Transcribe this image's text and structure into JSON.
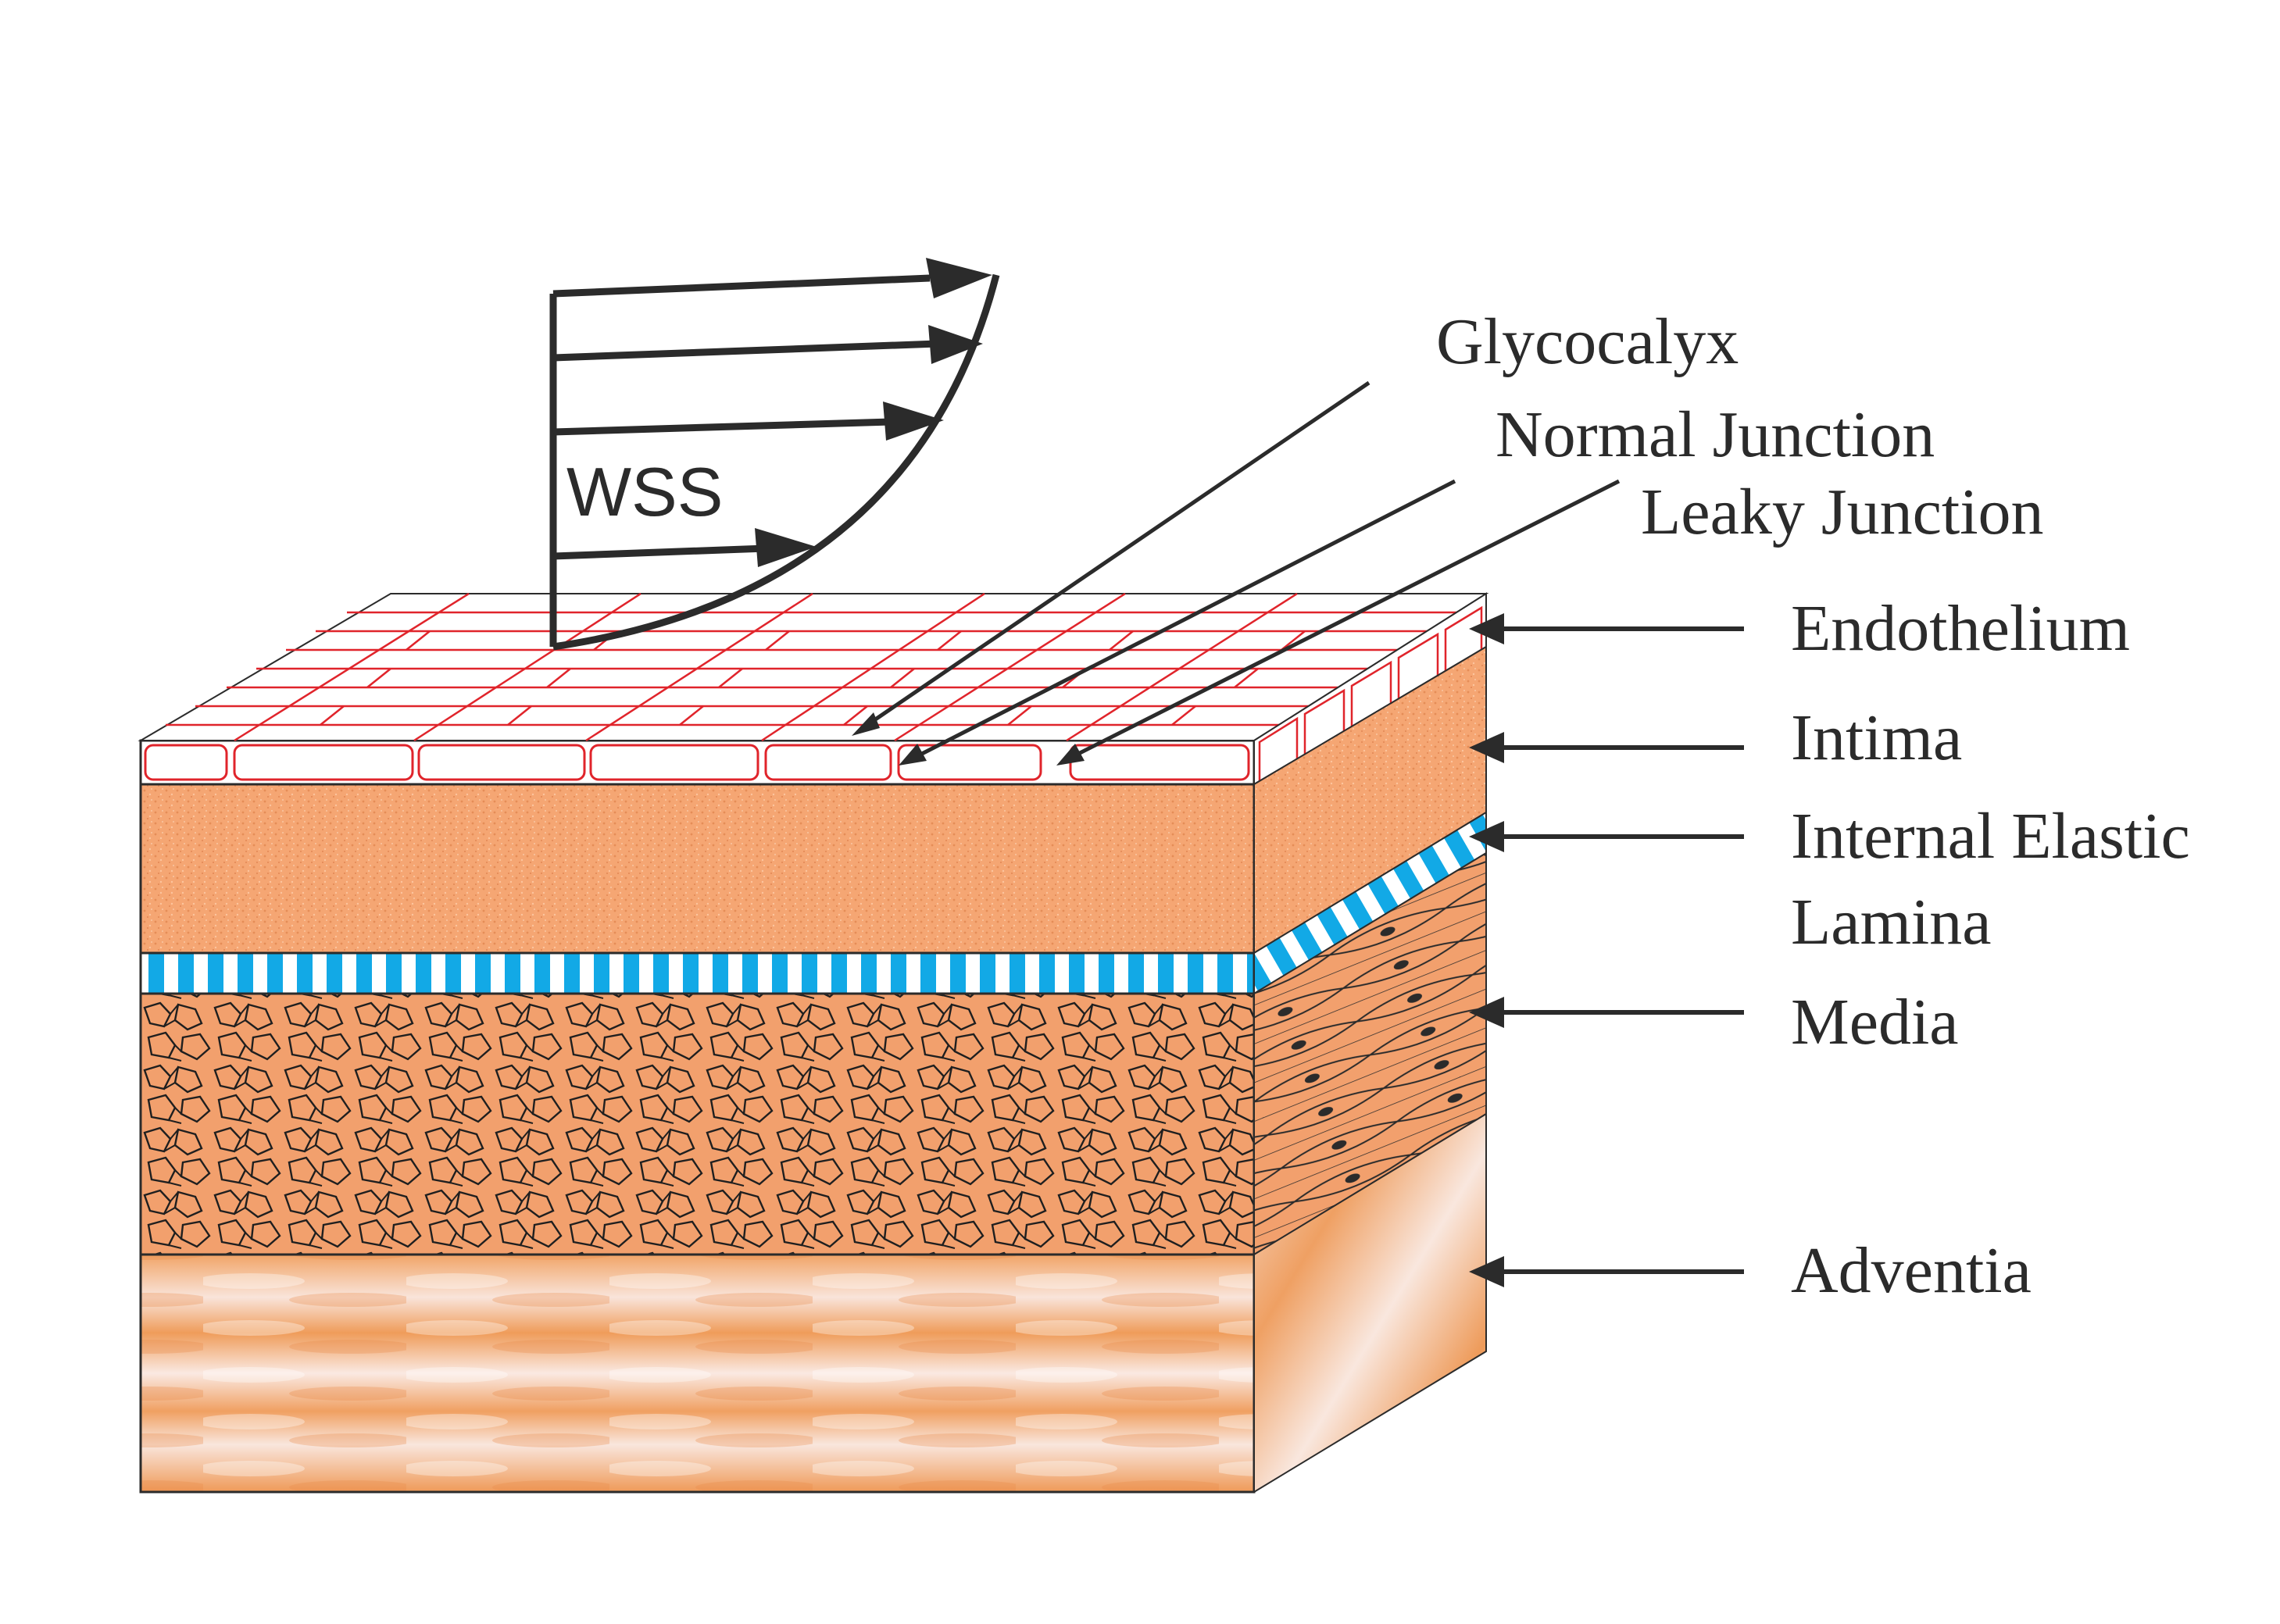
{
  "wss": {
    "label": "WSS"
  },
  "top_labels": {
    "glycocalyx": "Glycocalyx",
    "normal_junction": "Normal Junction",
    "leaky_junction": "Leaky Junction"
  },
  "layers": {
    "endothelium": "Endothelium",
    "intima": "Intima",
    "internal_elastic_line1": "Internal Elastic",
    "internal_elastic_line2": "Lamina",
    "media": "Media",
    "adventia": "Adventia"
  },
  "colors": {
    "ink": "#2b2b2b",
    "endothelial_cell": "#e0242b",
    "intima": "#f5a673",
    "elastic_blue": "#12a9e6",
    "media": "#f2a06d",
    "adventia_orange": "#ef9c5a",
    "adventia_light": "#f9e8e0"
  }
}
